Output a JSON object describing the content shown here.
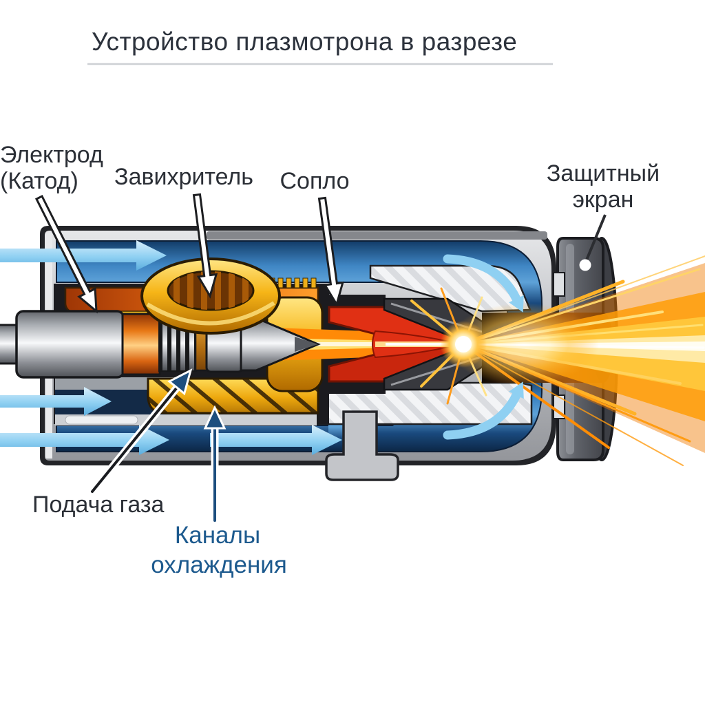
{
  "title": {
    "text": "Устройство плазмотрона в разрезе"
  },
  "labels": {
    "electrode_line1": "Электрод",
    "electrode_line2": "(Катод)",
    "swirler": "Завихритель",
    "nozzle": "Сопло",
    "shield_line1": "Защитный",
    "shield_line2": "экран",
    "gas_supply": "Подача газа",
    "cooling_line1": "Каналы",
    "cooling_line2": "охлаждения"
  },
  "colors": {
    "title_text": "#2c323c",
    "label_text": "#2b2f36",
    "cooling_label_navy": "#1d5a8e",
    "coolant_channel_blue": "#3f86c4",
    "flow_arrow_light_blue": "#8fd0f2",
    "swirler_gold": "#f6b517",
    "copper_ring_orange": "#e87816",
    "nozzle_red": "#e03014",
    "flame_orange": "#ff9d07",
    "casing_gray": "#c2c4c8",
    "shield_dark_gray": "#60636a"
  },
  "diagram": {
    "type": "cross-section",
    "subject": "плазмотрон"
  }
}
